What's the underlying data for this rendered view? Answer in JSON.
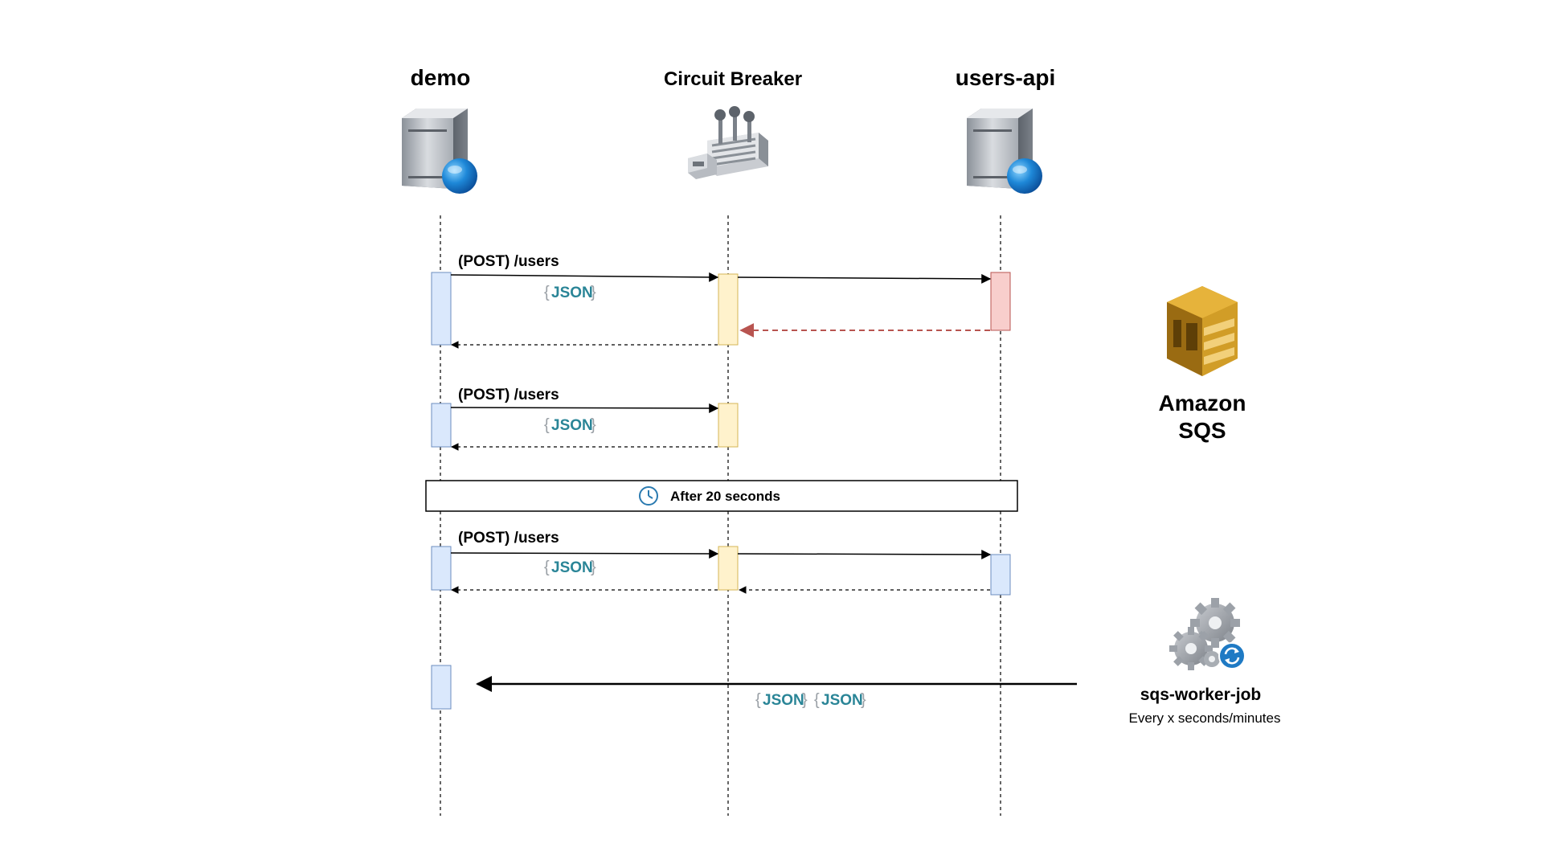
{
  "participants": {
    "demo": "demo",
    "breaker": "Circuit Breaker",
    "users_api": "users-api"
  },
  "messages": {
    "post_users": "(POST) /users",
    "json": "JSON"
  },
  "timer": {
    "label": "After 20 seconds",
    "icon": "clock-icon"
  },
  "sqs": {
    "line1": "Amazon",
    "line2": "SQS",
    "icon": "amazon-sqs-icon"
  },
  "worker": {
    "name": "sqs-worker-job",
    "schedule": "Every x seconds/minutes",
    "icon": "gears-sync-icon"
  },
  "colors": {
    "demo_activation": "#dae8fc",
    "breaker_activation": "#fff2cc",
    "api_error_activation": "#f8cecc",
    "error_return": "#b85450",
    "json_text": "#2a8597"
  }
}
